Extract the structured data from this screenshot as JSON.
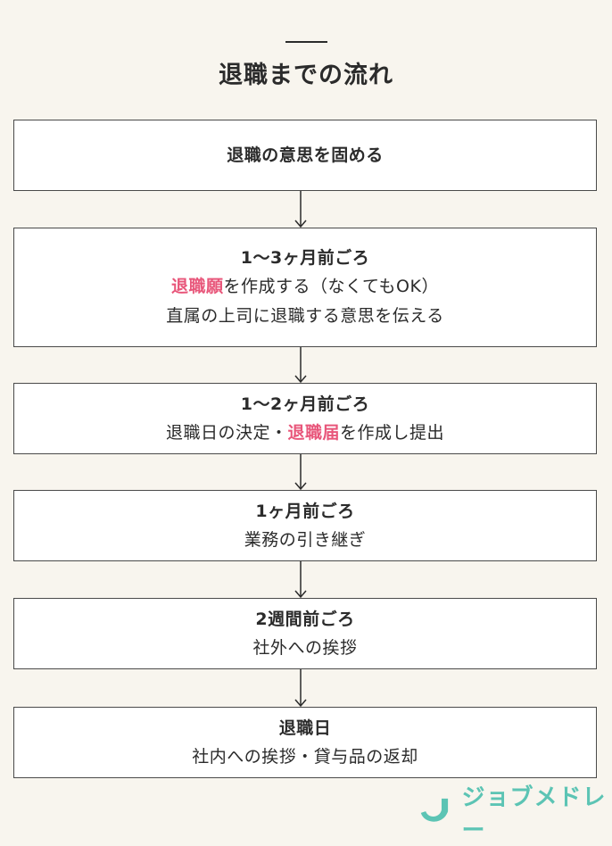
{
  "title": "退職までの流れ",
  "steps": [
    {
      "heading": "退職の意思を固める"
    },
    {
      "heading": "1〜3ヶ月前ごろ",
      "line1_highlight": "退職願",
      "line1_rest": "を作成する（なくてもOK）",
      "line2": "直属の上司に退職する意思を伝える"
    },
    {
      "heading": "1〜2ヶ月前ごろ",
      "line1_pre": "退職日の決定・",
      "line1_highlight": "退職届",
      "line1_rest": "を作成し提出"
    },
    {
      "heading": "1ヶ月前ごろ",
      "line1": "業務の引き継ぎ"
    },
    {
      "heading": "2週間前ごろ",
      "line1": "社外への挨拶"
    },
    {
      "heading": "退職日",
      "line1": "社内への挨拶・貸与品の返却"
    }
  ],
  "logo": {
    "text": "ジョブメドレー",
    "icon": "medley-logo-icon",
    "color": "#5cc4b4"
  },
  "colors": {
    "highlight": "#e8567a",
    "background": "#f8f5ee",
    "border": "#4a4a4a"
  }
}
